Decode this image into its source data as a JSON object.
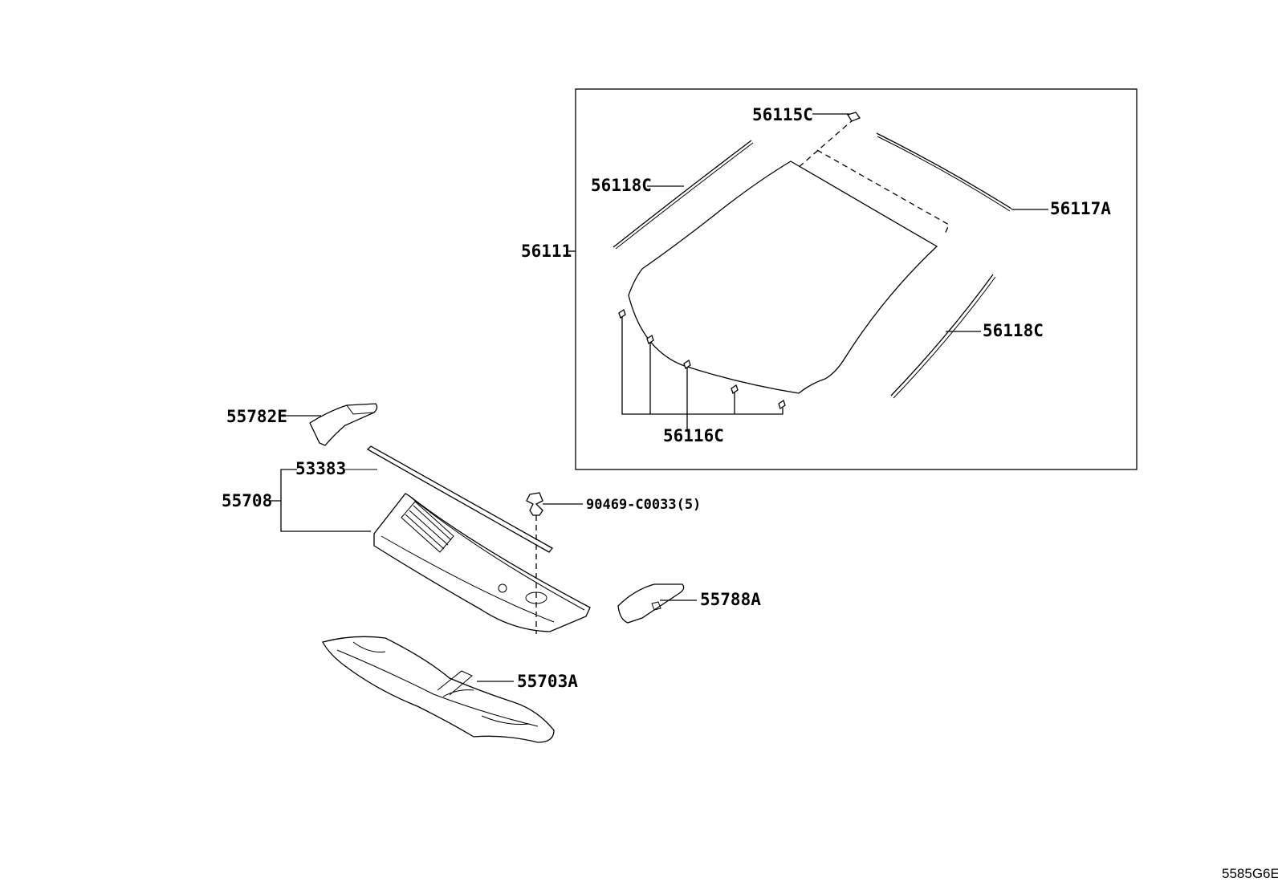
{
  "diagram": {
    "labels": {
      "p56115C": "56115C",
      "p56118C_left": "56118C",
      "p56117A": "56117A",
      "p56111": "56111",
      "p56118C_right": "56118C",
      "p56116C": "56116C",
      "p55782E": "55782E",
      "p53383": "53383",
      "p55708": "55708",
      "p90469": "90469-C0033(5)",
      "p55788A": "55788A",
      "p55703A": "55703A"
    },
    "diagram_code": "5585G6E"
  }
}
